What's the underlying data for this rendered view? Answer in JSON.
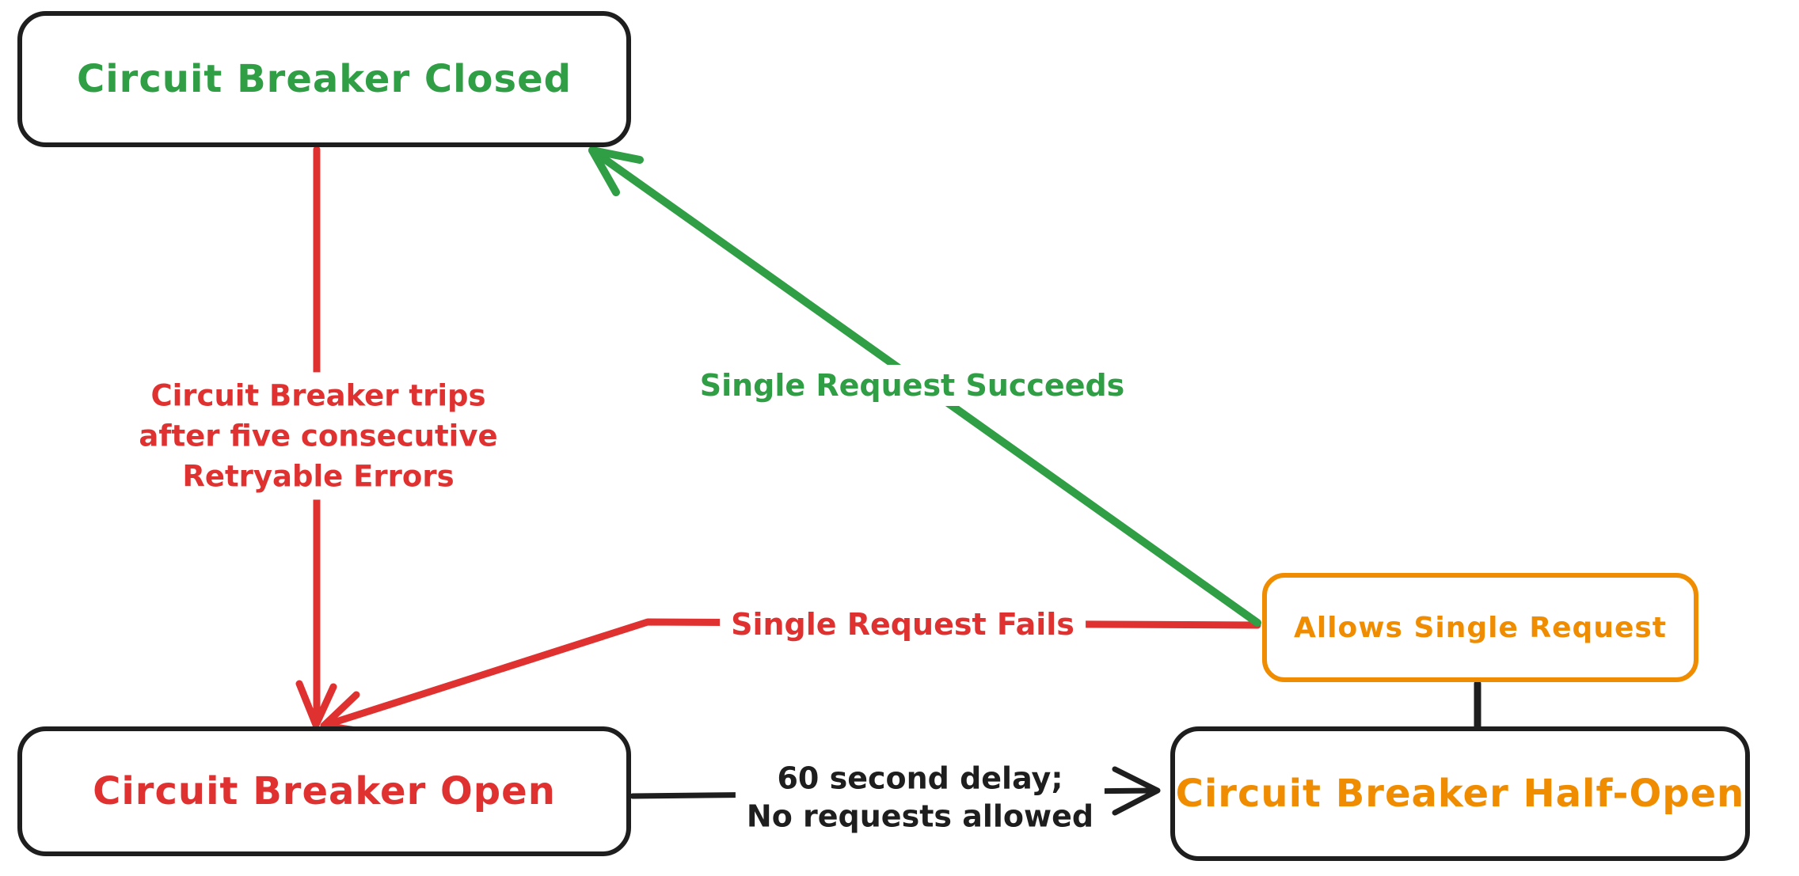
{
  "diagram_type": "state-machine",
  "colors": {
    "green": "#2f9e44",
    "red": "#e03131",
    "orange": "#f08c00",
    "black": "#1e1e1e",
    "background": "#ffffff"
  },
  "nodes": {
    "closed": {
      "label": "Circuit Breaker Closed",
      "text_color": "#2f9e44",
      "border_color": "#1e1e1e"
    },
    "open": {
      "label": "Circuit Breaker Open",
      "text_color": "#e03131",
      "border_color": "#1e1e1e"
    },
    "half_open": {
      "label": "Circuit Breaker Half-Open",
      "text_color": "#f08c00",
      "border_color": "#1e1e1e"
    },
    "allows_single_request": {
      "label": "Allows Single Request",
      "text_color": "#f08c00",
      "border_color": "#f08c00"
    }
  },
  "edges": {
    "trip": {
      "from": "closed",
      "to": "open",
      "color": "#e03131",
      "lines": [
        "Circuit Breaker trips",
        "after five consecutive",
        "Retryable Errors"
      ]
    },
    "single_request_succeeds": {
      "from": "allows_single_request",
      "to": "closed",
      "color": "#2f9e44",
      "label": "Single Request Succeeds"
    },
    "single_request_fails": {
      "from": "allows_single_request",
      "to": "open",
      "color": "#e03131",
      "label": "Single Request Fails"
    },
    "delay": {
      "from": "open",
      "to": "half_open",
      "color": "#1e1e1e",
      "lines": [
        "60 second delay;",
        "No requests allowed"
      ]
    },
    "half_open_connector": {
      "from": "allows_single_request",
      "to": "half_open",
      "color": "#1e1e1e",
      "label": ""
    }
  }
}
